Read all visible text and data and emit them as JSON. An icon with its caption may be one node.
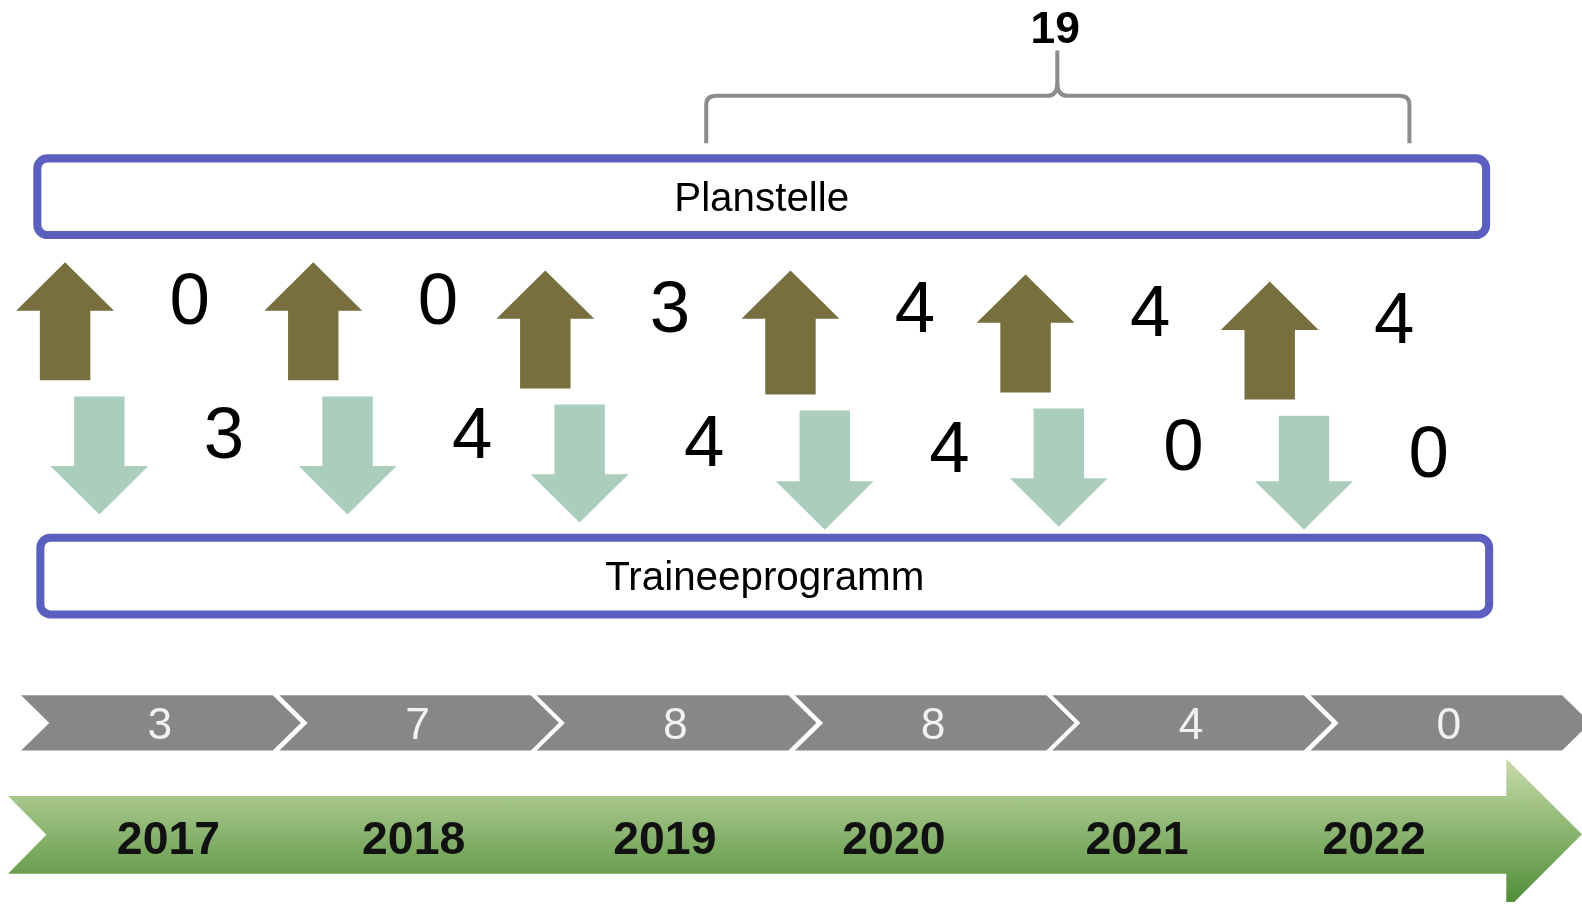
{
  "diagram": {
    "nodes": [
      {
        "text": [
          "Planstelle"
        ]
      },
      {
        "text": [
          "Traineeprogramm"
        ]
      },
      {
        "text": [
          "3"
        ]
      },
      {
        "text": [
          "7"
        ]
      },
      {
        "text": [
          "8"
        ]
      },
      {
        "text": [
          "8"
        ]
      },
      {
        "text": [
          "4"
        ]
      },
      {
        "text": [
          "0"
        ]
      },
      {
        "text": [
          "2017",
          "2018",
          "2019",
          "2020",
          "2021",
          "2022"
        ]
      }
    ],
    "edges": [
      {
        "from": null,
        "to": 0,
        "arrow": "to",
        "label": "0",
        "style": "thick",
        "color": "#786f3e"
      },
      {
        "from": null,
        "to": 1,
        "arrow": "to",
        "label": "3",
        "style": "thick",
        "color": "#abcdbd"
      },
      {
        "from": null,
        "to": 0,
        "arrow": "to",
        "label": "0",
        "style": "thick",
        "color": "#786f3e"
      },
      {
        "from": null,
        "to": 1,
        "arrow": "to",
        "label": "4",
        "style": "thick",
        "color": "#abcdbd"
      },
      {
        "from": null,
        "to": 0,
        "arrow": "to",
        "label": "3",
        "style": "thick",
        "color": "#786f3e"
      },
      {
        "from": null,
        "to": 1,
        "arrow": "to",
        "label": "4",
        "style": "thick",
        "color": "#abcdbd"
      },
      {
        "from": null,
        "to": 0,
        "arrow": "to",
        "label": "4",
        "style": "thick",
        "color": "#786f3e"
      },
      {
        "from": null,
        "to": 1,
        "arrow": "to",
        "label": "4",
        "style": "thick",
        "color": "#abcdbd"
      },
      {
        "from": null,
        "to": 0,
        "arrow": "to",
        "label": "4",
        "style": "thick",
        "color": "#786f3e"
      },
      {
        "from": null,
        "to": 1,
        "arrow": "to",
        "label": "0",
        "style": "thick",
        "color": "#abcdbd"
      },
      {
        "from": null,
        "to": 0,
        "arrow": "to",
        "label": "4",
        "style": "thick",
        "color": "#786f3e"
      },
      {
        "from": null,
        "to": 1,
        "arrow": "to",
        "label": "0",
        "style": "thick",
        "color": "#abcdbd"
      }
    ],
    "labels": [
      "19"
    ]
  }
}
